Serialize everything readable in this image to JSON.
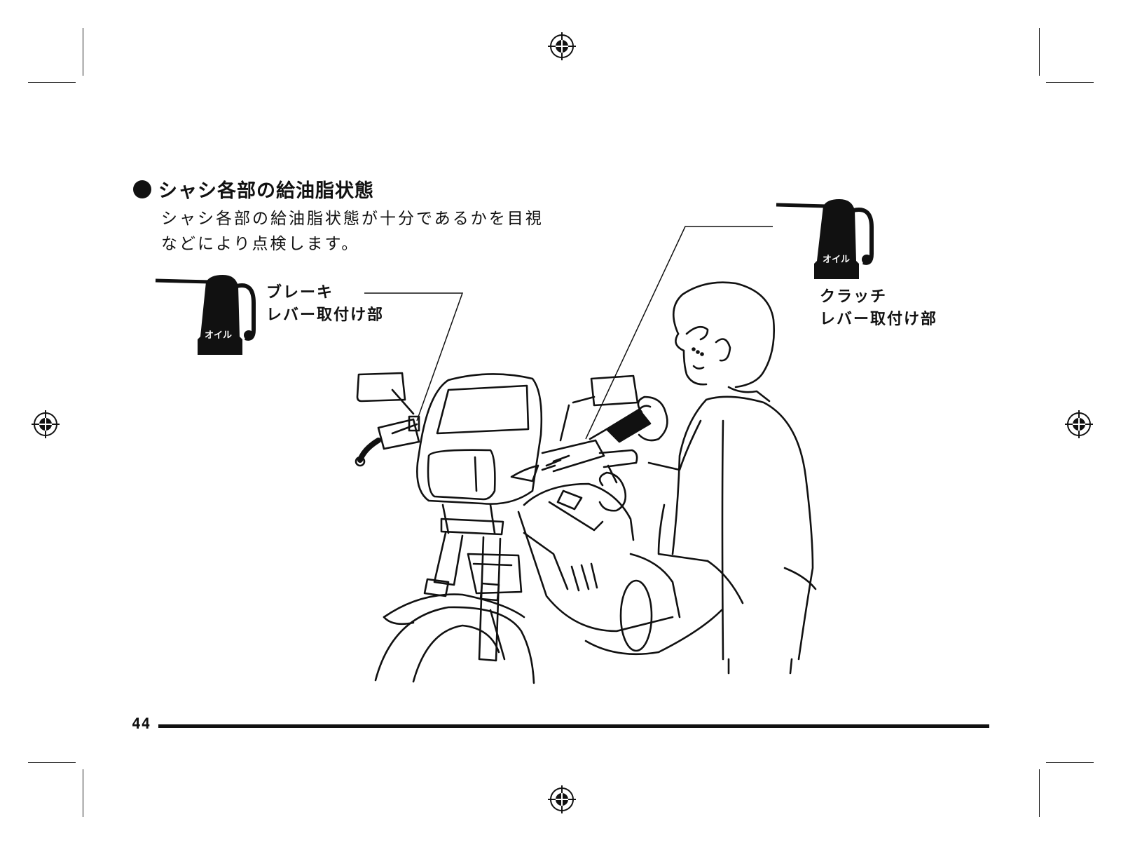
{
  "heading": {
    "title": "シャシ各部の給油脂状態"
  },
  "body": {
    "line1": "シャシ各部の給油脂状態が十分であるかを目視",
    "line2": "などにより点検します。"
  },
  "callouts": {
    "brake": {
      "line1": "ブレーキ",
      "line2": "レバー取付け部"
    },
    "clutch": {
      "line1": "クラッチ",
      "line2": "レバー取付け部"
    }
  },
  "oil_can_label": "オイル",
  "page": {
    "number": "44"
  },
  "colors": {
    "ink": "#111111",
    "paper": "#ffffff"
  },
  "icons": [
    "registration-mark-icon",
    "oil-can-icon"
  ]
}
